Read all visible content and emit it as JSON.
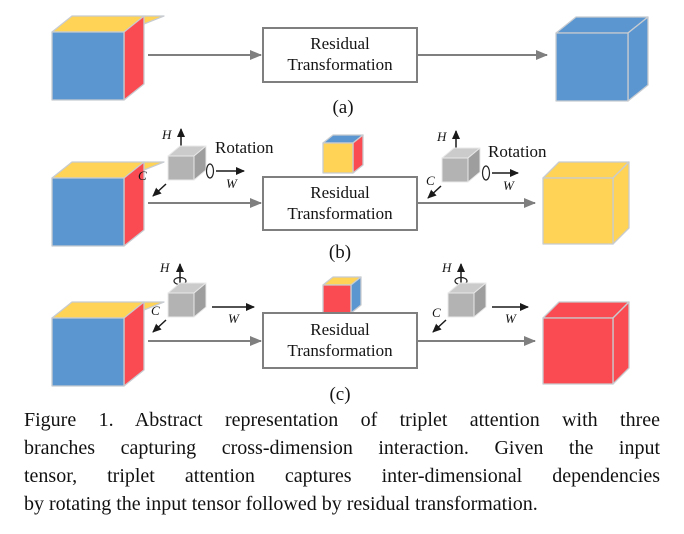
{
  "figure": {
    "box_label": {
      "line1": "Residual",
      "line2": "Transformation"
    },
    "rotation_label": "Rotation",
    "axis_labels": {
      "h": "H",
      "c": "C",
      "w": "W"
    },
    "rows": [
      {
        "label": "(a)",
        "input_cube": {
          "front": "#5B96D1",
          "top": "#FFD355",
          "side": "#FB4B52"
        },
        "output_cube": {
          "front": "#5B96D1",
          "top": "#5B96D1",
          "side": "#5B96D1"
        }
      },
      {
        "label": "(b)",
        "input_cube": {
          "front": "#5B96D1",
          "top": "#FFD355",
          "side": "#FB4B52"
        },
        "rotated_cube": {
          "front": "#FFD355",
          "top": "#5B96D1",
          "side": "#FB4B52"
        },
        "output_cube": {
          "front": "#FFD355",
          "top": "#FFD355",
          "side": "#FFD355"
        }
      },
      {
        "label": "(c)",
        "input_cube": {
          "front": "#5B96D1",
          "top": "#FFD355",
          "side": "#FB4B52"
        },
        "rotated_cube": {
          "front": "#FB4B52",
          "top": "#FFD355",
          "side": "#5B96D1"
        },
        "output_cube": {
          "front": "#FB4B52",
          "top": "#FB4B52",
          "side": "#FB4B52"
        }
      }
    ]
  },
  "axis_icon": {
    "front": "#B3B3B3",
    "top": "#CBCBCB",
    "side": "#9E9E9E"
  },
  "caption": {
    "lines": [
      "Figure 1. Abstract representation of triplet attention with three",
      "branches capturing cross-dimension interaction.  Given the input",
      "tensor, triplet attention captures inter-dimensional dependencies",
      "by rotating the input tensor followed by residual transformation."
    ]
  }
}
